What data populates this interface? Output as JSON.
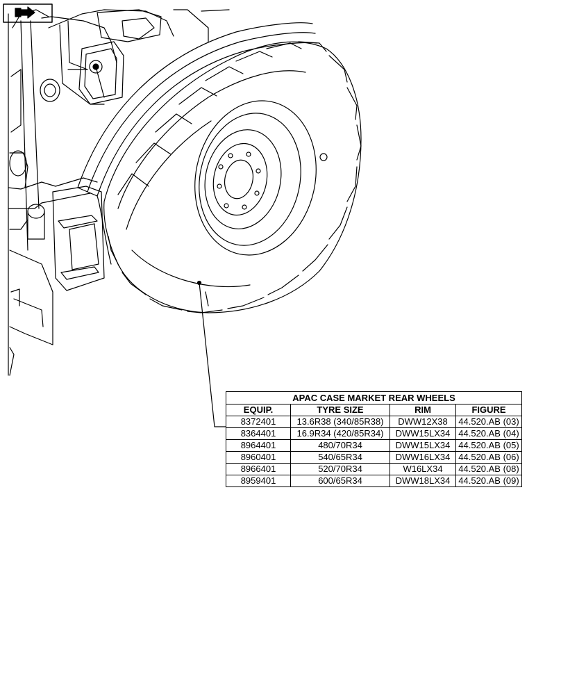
{
  "table": {
    "title": "APAC CASE MARKET REAR WHEELS",
    "columns": [
      "EQUIP.",
      "TYRE SIZE",
      "RIM",
      "FIGURE"
    ],
    "rows": [
      [
        "8372401",
        "13.6R38 (340/85R38)",
        "DWW12X38",
        "44.520.AB (03)"
      ],
      [
        "8364401",
        "16.9R34 (420/85R34)",
        "DWW15LX34",
        "44.520.AB (04)"
      ],
      [
        "8964401",
        "480/70R34",
        "DWW15LX34",
        "44.520.AB (05)"
      ],
      [
        "8960401",
        "540/65R34",
        "DWW16LX34",
        "44.520.AB (06)"
      ],
      [
        "8966401",
        "520/70R34",
        "W16LX34",
        "44.520.AB (08)"
      ],
      [
        "8959401",
        "600/65R34",
        "DWW18LX34",
        "44.520.AB (09)"
      ]
    ]
  },
  "icons": {
    "view_direction": "view-direction-icon"
  },
  "colors": {
    "line": "#000000",
    "background": "#ffffff"
  }
}
